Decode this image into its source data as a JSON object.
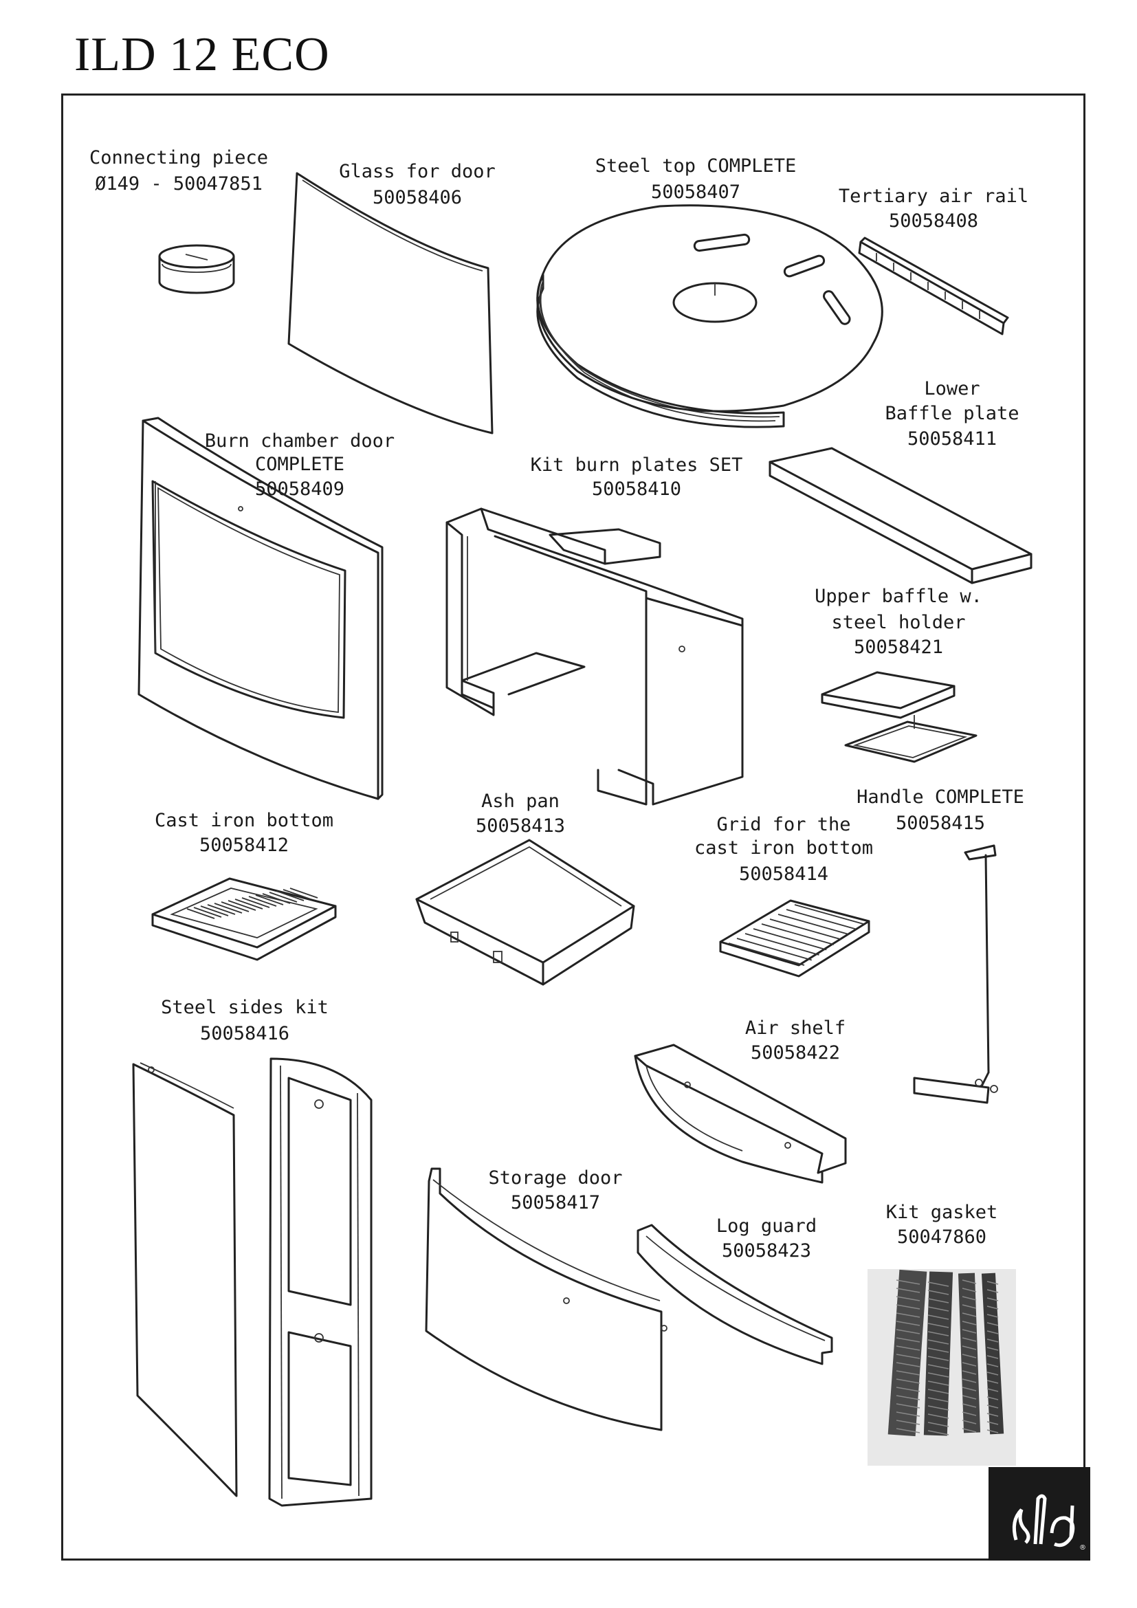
{
  "document": {
    "title": "ILD 12 ECO"
  },
  "parts": [
    {
      "id": "connecting-piece",
      "name_lines": [
        "Connecting piece",
        "Ø149 - 50047851"
      ]
    },
    {
      "id": "glass-for-door",
      "name_lines": [
        "Glass for door"
      ],
      "number": "50058406"
    },
    {
      "id": "steel-top",
      "name_lines": [
        "Steel top COMPLETE"
      ],
      "number": "50058407"
    },
    {
      "id": "tertiary-air-rail",
      "name_lines": [
        "Tertiary air rail"
      ],
      "number": "50058408"
    },
    {
      "id": "lower-baffle-plate",
      "name_lines": [
        "Lower",
        "Baffle plate"
      ],
      "number": "50058411"
    },
    {
      "id": "burn-chamber-door",
      "name_lines": [
        "Burn chamber door",
        "COMPLETE"
      ],
      "number": "50058409"
    },
    {
      "id": "kit-burn-plates",
      "name_lines": [
        "Kit burn plates SET"
      ],
      "number": "50058410"
    },
    {
      "id": "upper-baffle",
      "name_lines": [
        "Upper baffle w.",
        "steel holder"
      ],
      "number": "50058421"
    },
    {
      "id": "handle",
      "name_lines": [
        "Handle COMPLETE"
      ],
      "number": "50058415"
    },
    {
      "id": "ash-pan",
      "name_lines": [
        "Ash pan"
      ],
      "number": "50058413"
    },
    {
      "id": "cast-iron-bottom",
      "name_lines": [
        "Cast iron bottom"
      ],
      "number": "50058412"
    },
    {
      "id": "grid-cast-iron-bottom",
      "name_lines": [
        "Grid for the",
        "cast iron bottom"
      ],
      "number": "50058414"
    },
    {
      "id": "steel-sides-kit",
      "name_lines": [
        "Steel sides kit"
      ],
      "number": "50058416"
    },
    {
      "id": "air-shelf",
      "name_lines": [
        "Air shelf"
      ],
      "number": "50058422"
    },
    {
      "id": "storage-door",
      "name_lines": [
        "Storage door"
      ],
      "number": "50058417"
    },
    {
      "id": "log-guard",
      "name_lines": [
        "Log guard"
      ],
      "number": "50058423"
    },
    {
      "id": "kit-gasket",
      "name_lines": [
        "Kit gasket"
      ],
      "number": "50047860"
    }
  ],
  "logo": {
    "text": "ild",
    "icon": "ild-flame-logo",
    "background": "#1a1a1a"
  }
}
